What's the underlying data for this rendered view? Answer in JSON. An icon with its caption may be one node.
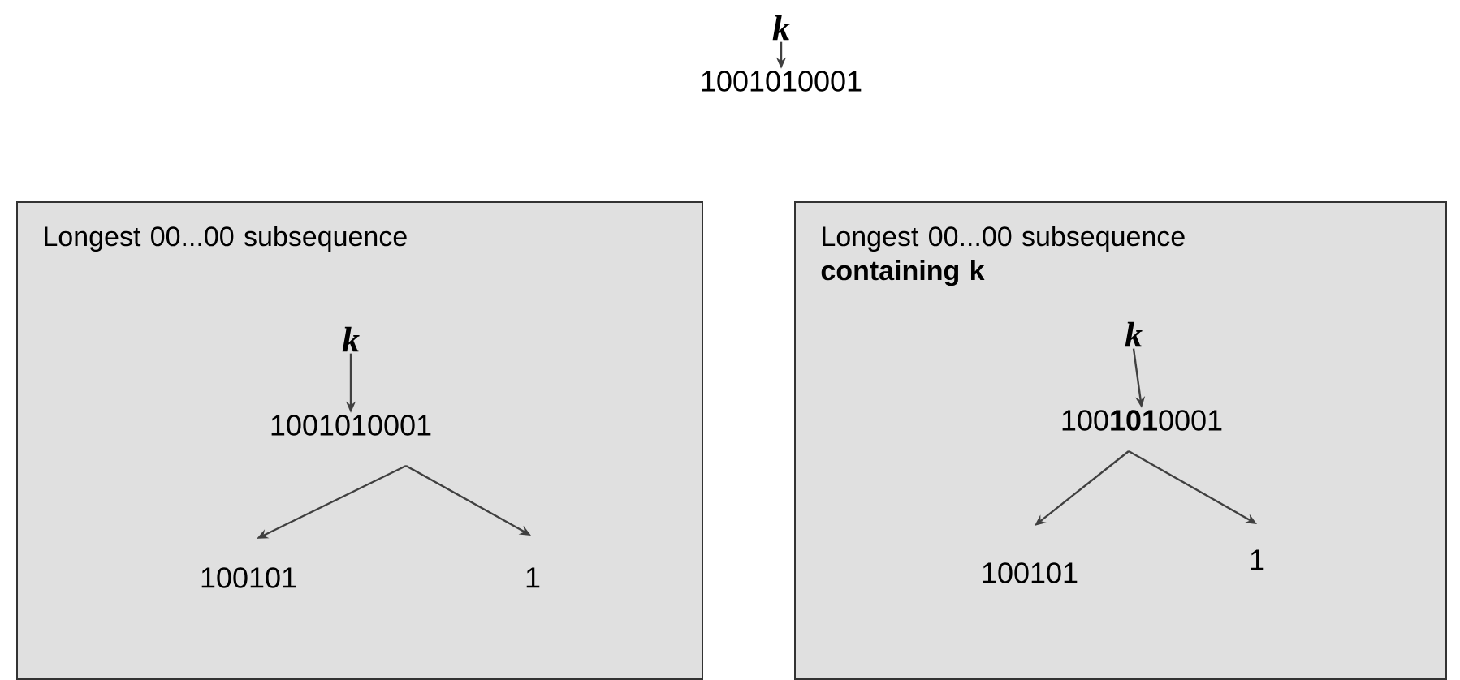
{
  "diagram": {
    "nodes": [
      {
        "text": [
          "k"
        ]
      },
      {
        "text": [
          "1001010001"
        ]
      },
      {
        "text": [
          "Longest 00...00 subsequence"
        ]
      },
      {
        "text": [
          "k"
        ],
        "in": 2
      },
      {
        "text": [
          "1001010001"
        ],
        "in": 2
      },
      {
        "text": [
          "100101"
        ],
        "in": 2
      },
      {
        "text": [
          "1"
        ],
        "in": 2
      },
      {
        "text": [
          "Longest 00...00 subsequence **containing k**"
        ]
      },
      {
        "text": [
          "k"
        ],
        "in": 7
      },
      {
        "text": [
          "100**101**0001"
        ],
        "in": 7
      },
      {
        "text": [
          "100101"
        ],
        "in": 7
      },
      {
        "text": [
          "1"
        ],
        "in": 7
      }
    ],
    "edges": [
      {
        "from": 0,
        "to": 1,
        "arrow": "to"
      },
      {
        "from": 3,
        "to": 4,
        "arrow": "to"
      },
      {
        "from": 4,
        "to": 5,
        "arrow": "to"
      },
      {
        "from": 4,
        "to": 6,
        "arrow": "to"
      },
      {
        "from": 8,
        "to": 9,
        "arrow": "to"
      },
      {
        "from": 9,
        "to": 10,
        "arrow": "to"
      },
      {
        "from": 9,
        "to": 11,
        "arrow": "to"
      }
    ]
  }
}
